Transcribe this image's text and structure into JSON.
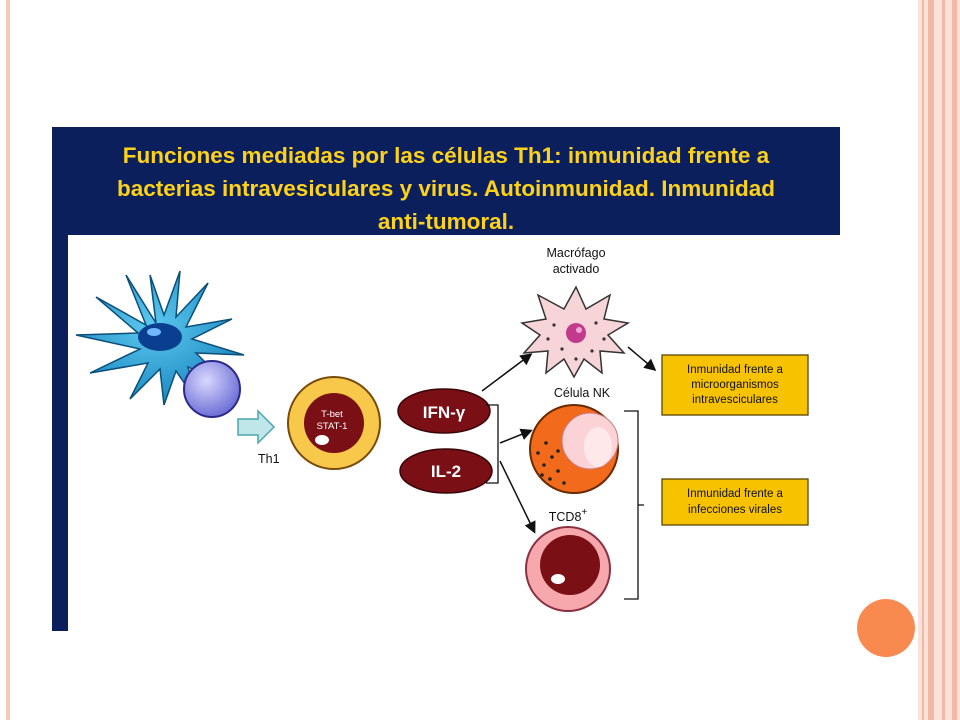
{
  "slide": {
    "title_lines": [
      "Funciones mediadas por las células Th1: inmunidad frente a",
      "bacterias intravesiculares y virus. Autoinmunidad. Inmunidad",
      "anti-tumoral."
    ]
  },
  "diagram": {
    "th1_label": "Th1",
    "th1_cell_lines": [
      "T-bet",
      "STAT-1"
    ],
    "cytokines": [
      "IFN-γ",
      "IL-2"
    ],
    "macrophage_label_lines": [
      "Macrófago",
      "activado"
    ],
    "nk_label": "Célula NK",
    "tcd8_label": "TCD8",
    "tcd8_superscript": "+",
    "outcome_boxes": [
      {
        "lines": [
          "Inmunidad frente a",
          "microorganismos",
          "intravesciculares"
        ]
      },
      {
        "lines": [
          "Inmunidad frente a",
          "infecciones virales"
        ]
      }
    ]
  },
  "colors": {
    "title_text": "#ffd21a",
    "title_background": "#0a1f5c",
    "dendritic_cell": "#2aa8d8",
    "cytokine_fill": "#7a0f16",
    "outcome_box_fill": "#f7c300",
    "nk_cell": "#f26a1b",
    "accent_dot": "#f98a4f"
  }
}
